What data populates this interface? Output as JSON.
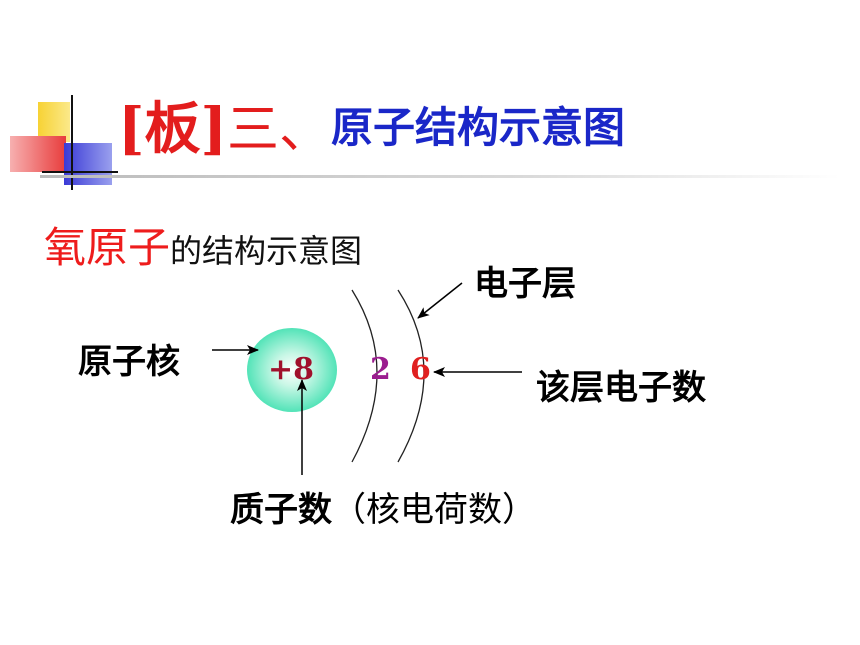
{
  "slide": {
    "title": {
      "board_tag": "[板]",
      "section_number": "三、",
      "main": "原子结构示意图"
    },
    "subtitle": {
      "element": "氧原子",
      "rest": "的结构示意图"
    }
  },
  "diagram": {
    "nucleus_charge": "+8",
    "shells": [
      "2",
      "6"
    ],
    "labels": {
      "nucleus": "原子核",
      "electron_shell": "电子层",
      "shell_electron_count": "该层电子数",
      "proton_number": "质子数",
      "proton_number_note": "（核电荷数）"
    }
  },
  "colors": {
    "title_red": "#e31d1d",
    "title_blue": "#1a27c8",
    "shell_count_purple": "#9b1d8f",
    "shell_count_red": "#e02020",
    "nucleus_text": "#a0102c",
    "nucleus_fill": "#3fe0b0",
    "deco_yellow": "#f7d234",
    "deco_red": "#e83c3c",
    "deco_blue": "#3a3ad6"
  }
}
